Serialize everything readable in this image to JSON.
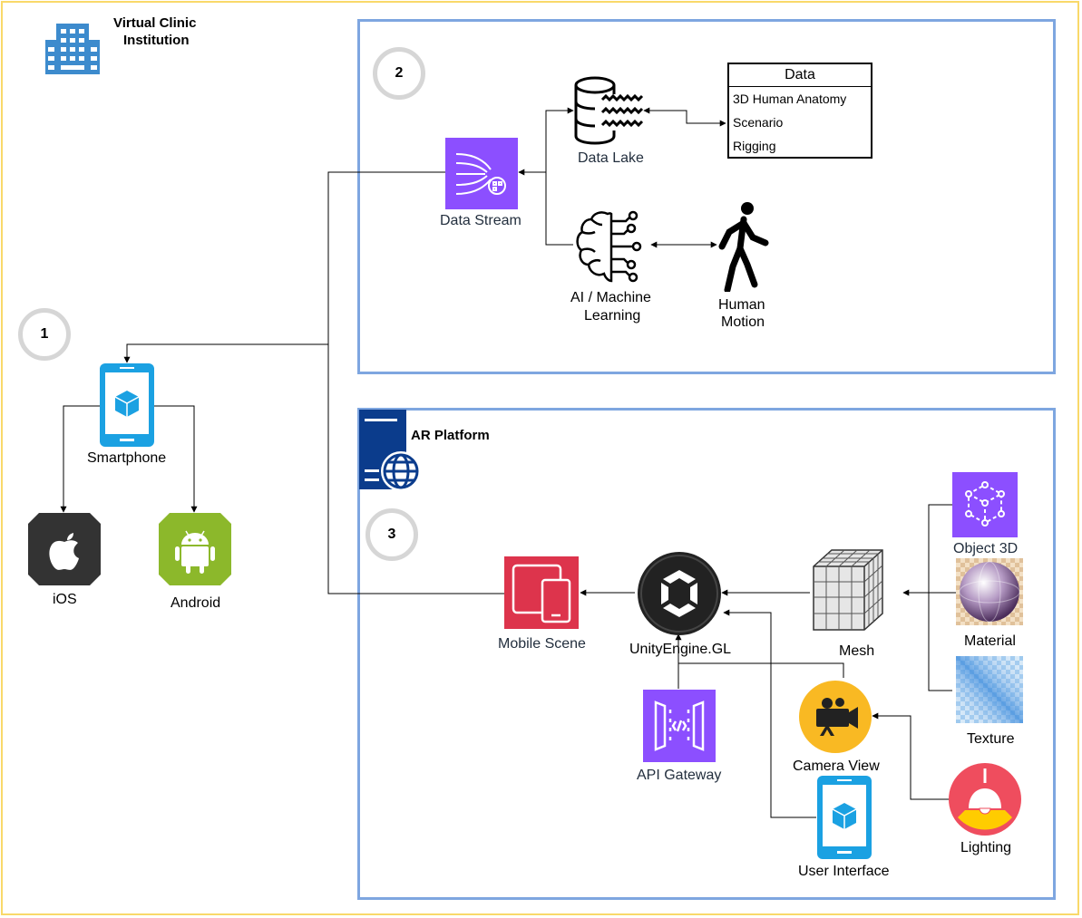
{
  "institution": {
    "title_line1": "Virtual Clinic",
    "title_line2": "Institution"
  },
  "steps": [
    "1",
    "2",
    "3"
  ],
  "nodes": {
    "smartphone": "Smartphone",
    "ios": "iOS",
    "android": "Android",
    "data_stream": "Data Stream",
    "data_lake": "Data Lake",
    "ai_line1": "AI / Machine",
    "ai_line2": "Learning",
    "human_motion_line1": "Human",
    "human_motion_line2": "Motion",
    "ar_platform": "AR Platform",
    "mobile_scene": "Mobile Scene",
    "unity": "UnityEngine.GL",
    "mesh": "Mesh",
    "object3d": "Object 3D",
    "material": "Material",
    "texture": "Texture",
    "camera_view": "Camera View",
    "api_gateway": "API Gateway",
    "user_interface": "User Interface",
    "lighting": "Lighting"
  },
  "data_table": {
    "header": "Data",
    "rows": [
      "3D Human Anatomy",
      "Scenario",
      "Rigging"
    ]
  },
  "colors": {
    "frame": "#f9d96a",
    "group_border": "#7ea6e0",
    "aws_purple": "#8c4fff",
    "aws_red": "#dd344c",
    "phone_blue": "#1ba1e2",
    "android_green": "#8cb82b",
    "camera_yellow": "#f9b923",
    "lighting_red": "#ef4d5e"
  }
}
